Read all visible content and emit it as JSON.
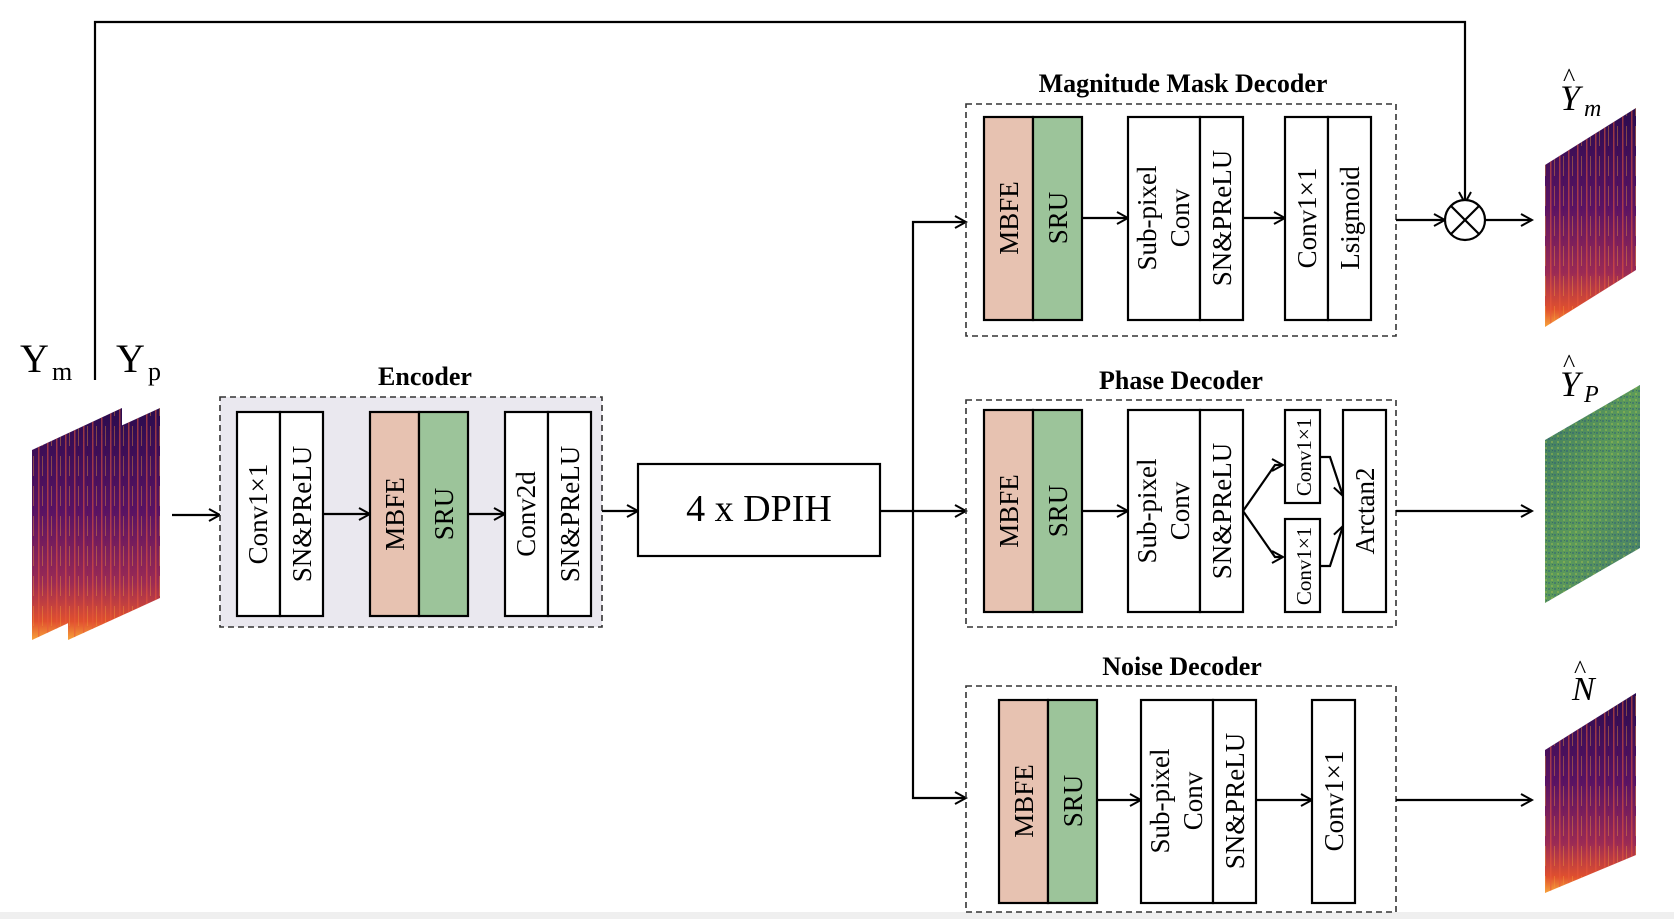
{
  "inputs": {
    "ym_label": "Y",
    "ym_sub": "m",
    "yp_label": "Y",
    "yp_sub": "p"
  },
  "encoder": {
    "title": "Encoder",
    "blocks": [
      {
        "line1": "Conv1×1",
        "line2": "SN&PReLU"
      },
      {
        "mbfe": "MBFE",
        "sru": "SRU"
      },
      {
        "line1": "Conv2d",
        "line2": "SN&PReLU"
      }
    ]
  },
  "dpih": {
    "label": "4 x DPIH"
  },
  "decoders": {
    "magnitude": {
      "title": "Magnitude Mask Decoder",
      "mbfe": "MBFE",
      "sru": "SRU",
      "subpixel": {
        "line1": "Sub-pixel",
        "line2": "Conv",
        "line3": "SN&PReLU"
      },
      "conv": "Conv1×1",
      "act": "Lsigmoid"
    },
    "phase": {
      "title": "Phase Decoder",
      "mbfe": "MBFE",
      "sru": "SRU",
      "subpixel": {
        "line1": "Sub-pixel",
        "line2": "Conv",
        "line3": "SN&PReLU"
      },
      "conv_top": "Conv1×1",
      "conv_bottom": "Conv1×1",
      "arctan": "Arctan2"
    },
    "noise": {
      "title": "Noise Decoder",
      "mbfe": "MBFE",
      "sru": "SRU",
      "subpixel": {
        "line1": "Sub-pixel",
        "line2": "Conv",
        "line3": "SN&PReLU"
      },
      "conv": "Conv1×1"
    }
  },
  "outputs": {
    "ym_hat": {
      "base": "Y",
      "sub": "m",
      "hat": "^"
    },
    "yp_hat": {
      "base": "Y",
      "sub": "P",
      "hat": "^"
    },
    "n_hat": {
      "base": "N",
      "hat": "^"
    }
  },
  "colors": {
    "mbfe": "#e7c2b1",
    "sru": "#9cc49a",
    "encoder_bg": "#eae8ef",
    "spectrogram_dark": "#2a0b4e",
    "spectrogram_hot": "#f07a2a",
    "phase_green": "#4f8a5e"
  }
}
